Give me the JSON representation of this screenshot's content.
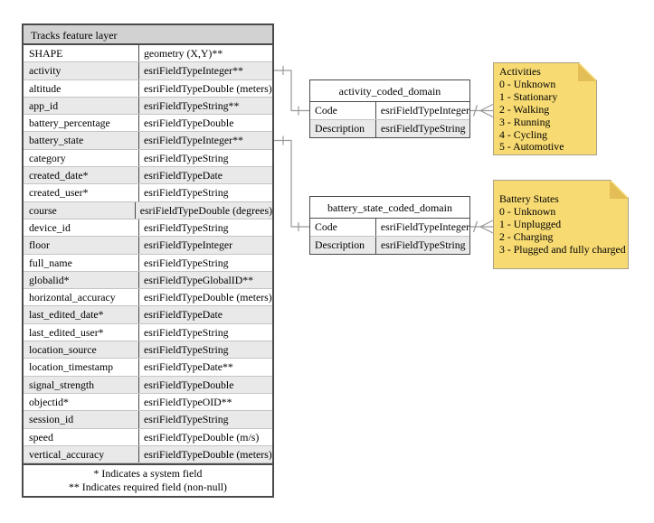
{
  "main_table": {
    "title": "Tracks feature layer",
    "rows": [
      {
        "field": "SHAPE",
        "type": "geometry (X,Y)**"
      },
      {
        "field": "activity",
        "type": "esriFieldTypeInteger**"
      },
      {
        "field": "altitude",
        "type": "esriFieldTypeDouble (meters)"
      },
      {
        "field": "app_id",
        "type": "esriFieldTypeString**"
      },
      {
        "field": "battery_percentage",
        "type": "esriFieldTypeDouble"
      },
      {
        "field": "battery_state",
        "type": "esriFieldTypeInteger**"
      },
      {
        "field": "category",
        "type": "esriFieldTypeString"
      },
      {
        "field": "created_date*",
        "type": "esriFieldTypeDate"
      },
      {
        "field": "created_user*",
        "type": "esriFieldTypeString"
      },
      {
        "field": "course",
        "type": "esriFieldTypeDouble (degrees)"
      },
      {
        "field": "device_id",
        "type": "esriFieldTypeString"
      },
      {
        "field": "floor",
        "type": "esriFieldTypeInteger"
      },
      {
        "field": "full_name",
        "type": "esriFieldTypeString"
      },
      {
        "field": "globalid*",
        "type": "esriFieldTypeGlobalID**"
      },
      {
        "field": "horizontal_accuracy",
        "type": "esriFieldTypeDouble (meters)"
      },
      {
        "field": "last_edited_date*",
        "type": "esriFieldTypeDate"
      },
      {
        "field": "last_edited_user*",
        "type": "esriFieldTypeString"
      },
      {
        "field": "location_source",
        "type": "esriFieldTypeString"
      },
      {
        "field": "location_timestamp",
        "type": "esriFieldTypeDate**"
      },
      {
        "field": "signal_strength",
        "type": "esriFieldTypeDouble"
      },
      {
        "field": "objectid*",
        "type": "esriFieldTypeOID**"
      },
      {
        "field": "session_id",
        "type": "esriFieldTypeString"
      },
      {
        "field": "speed",
        "type": "esriFieldTypeDouble (m/s)"
      },
      {
        "field": "vertical_accuracy",
        "type": "esriFieldTypeDouble (meters)"
      }
    ],
    "footnote_line1": "* Indicates a system field",
    "footnote_line2": "** Indicates required field (non-null)"
  },
  "activity_domain": {
    "title": "activity_coded_domain",
    "rows": [
      {
        "field": "Code",
        "type": "esriFieldTypeInteger"
      },
      {
        "field": "Description",
        "type": "esriFieldTypeString"
      }
    ]
  },
  "battery_domain": {
    "title": "battery_state_coded_domain",
    "rows": [
      {
        "field": "Code",
        "type": "esriFieldTypeInteger"
      },
      {
        "field": "Description",
        "type": "esriFieldTypeString"
      }
    ]
  },
  "activities_note": {
    "title": "Activities",
    "items": [
      "0 - Unknown",
      "1 - Stationary",
      "2 - Walking",
      "3 - Running",
      "4 - Cycling",
      "5 - Automotive"
    ]
  },
  "battery_note": {
    "title": "Battery States",
    "items": [
      "0 - Unknown",
      "1 - Unplugged",
      "2 - Charging",
      "3 - Plugged and fully charged"
    ]
  },
  "colors": {
    "table_header_bg": "#d2d2d2",
    "alt_row_bg": "#e9e9e9",
    "table_border": "#4a4a4a",
    "note_fill": "#f7da72",
    "note_fold": "#e3bd55",
    "connector": "#999999"
  }
}
